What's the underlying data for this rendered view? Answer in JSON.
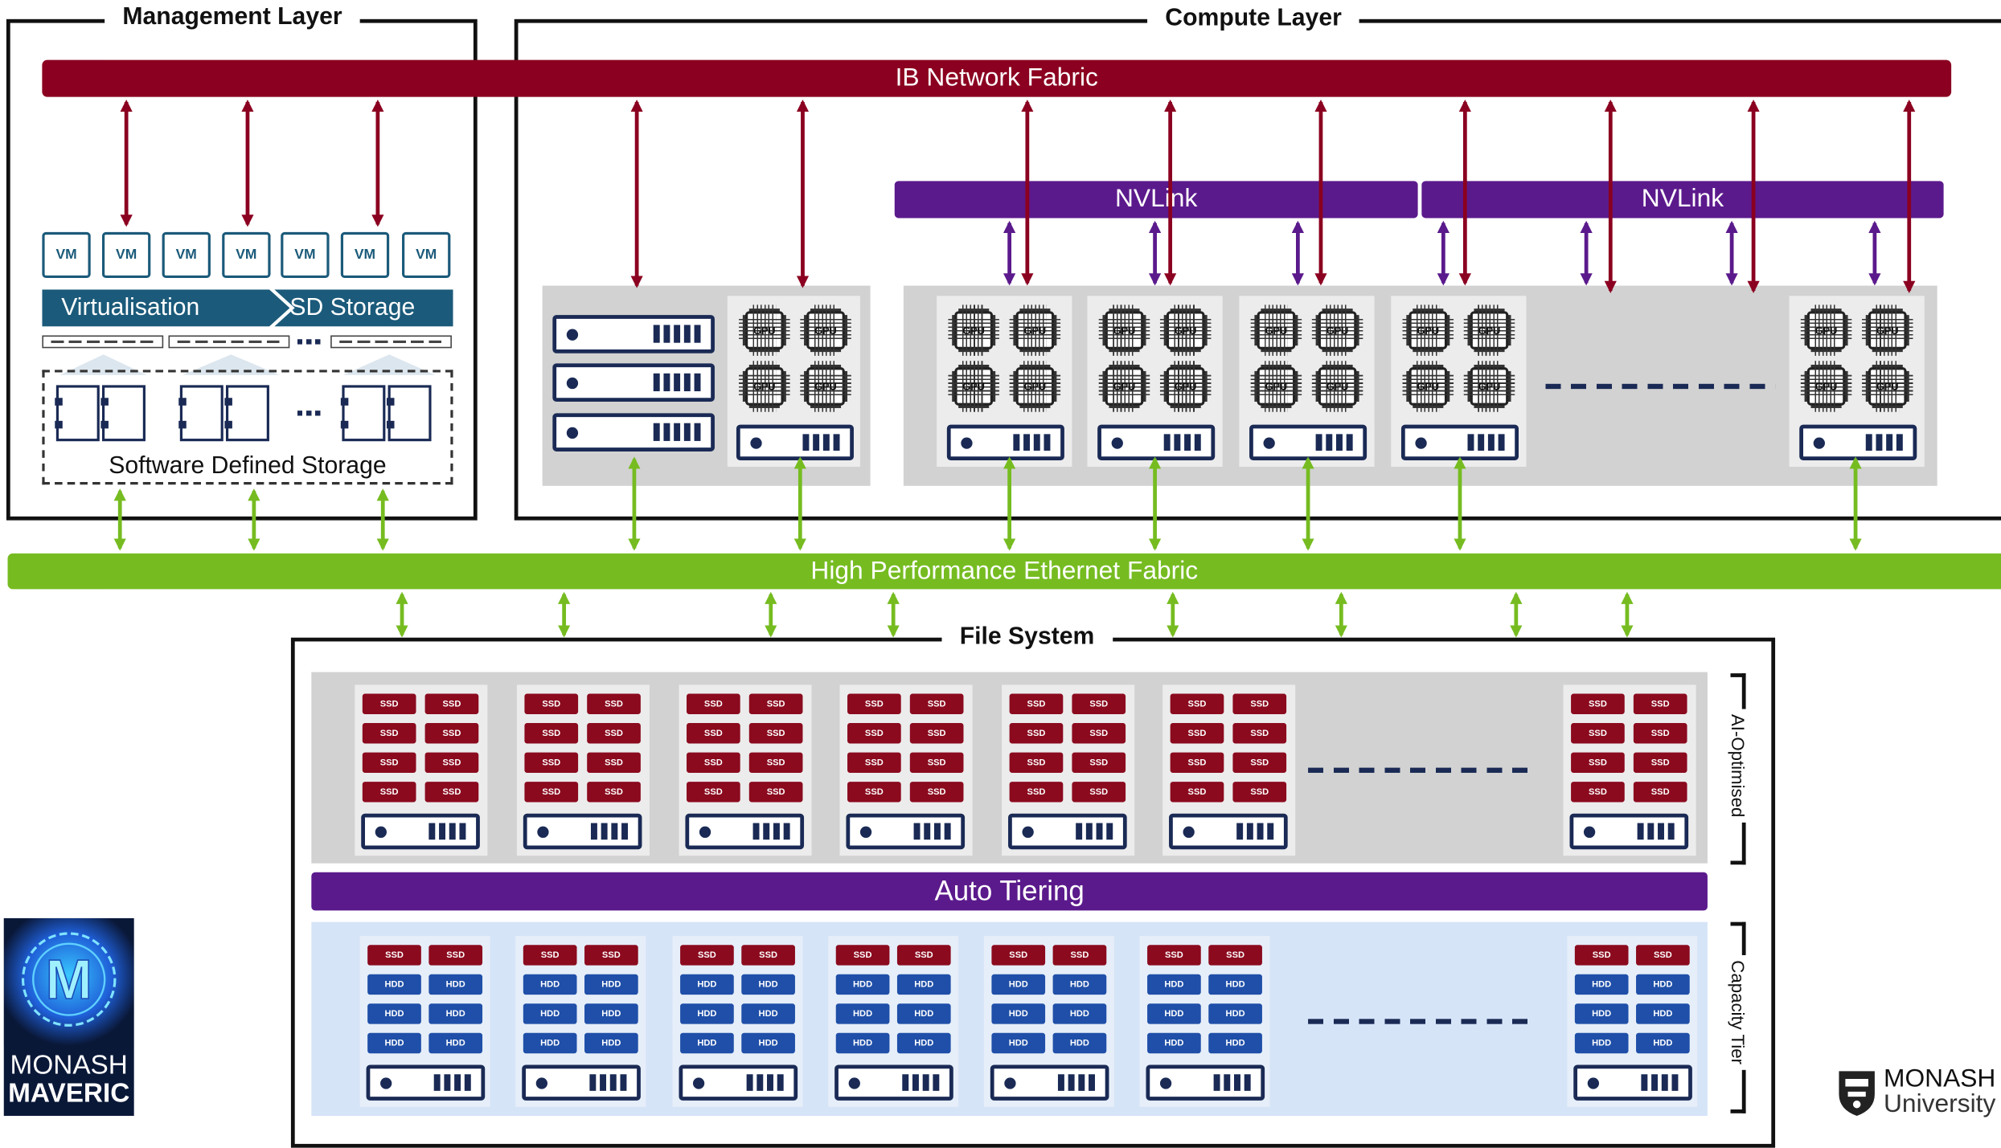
{
  "layers": {
    "management": "Management Layer",
    "compute": "Compute Layer",
    "file_system": "File System"
  },
  "fabrics": {
    "ib": "IB Network Fabric",
    "ethernet": "High Performance Ethernet Fabric",
    "nvlink_1": "NVLink",
    "nvlink_2": "NVLink",
    "auto_tiering": "Auto Tiering"
  },
  "management": {
    "vm_label": "VM",
    "vm_count": 7,
    "virtualisation": "Virtualisation",
    "sd_storage": "SD Storage",
    "sds_caption": "Software Defined Storage"
  },
  "compute": {
    "gpu_label": "GPU"
  },
  "file_system": {
    "tier_ai": "AI-Optimised",
    "tier_capacity": "Capacity Tier",
    "ssd_label": "SSD",
    "hdd_label": "HDD"
  },
  "logos": {
    "maveric_line1": "MONASH",
    "maveric_line2": "MAVERIC",
    "monash_line1": "MONASH",
    "monash_line2": "University"
  },
  "colors": {
    "ib_fabric": "#8b0020",
    "ethernet_fabric": "#76bc21",
    "nvlink": "#5b1a8c",
    "auto_tiering": "#5b1a8c",
    "virtualisation": "#1b5a7a",
    "ssd": "#8b0a1e",
    "hdd": "#1f4fa8",
    "server": "#1a2a55",
    "capacity_panel": "#d6e4f8"
  }
}
